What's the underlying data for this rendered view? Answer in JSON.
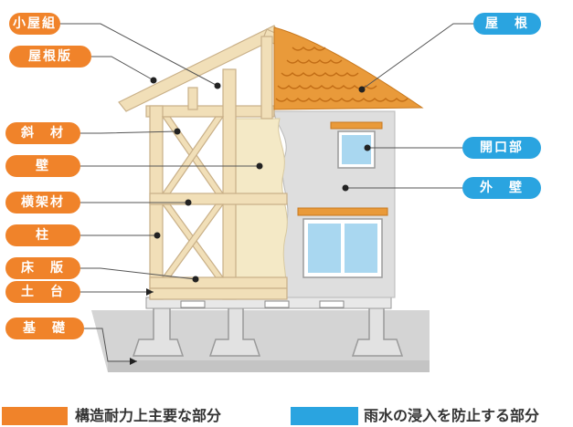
{
  "labels": {
    "koyagumi": "小屋組",
    "yanebaita": "屋根版",
    "shazai": "斜　材",
    "kabe": "壁",
    "yokogazai": "横架材",
    "hashira": "柱",
    "yukaban": "床　版",
    "dodai": "土　台",
    "kiso": "基　礎",
    "yane": "屋　根",
    "kaikoubu": "開口部",
    "gaiheki": "外　壁"
  },
  "legend": {
    "structural": "構造耐力上主要な部分",
    "rain": "雨水の浸入を防止する部分"
  },
  "colors": {
    "structural": "#f0832a",
    "rain": "#2aa4e0",
    "wood": "#f1dfb8",
    "roof": "#e99a3a"
  }
}
